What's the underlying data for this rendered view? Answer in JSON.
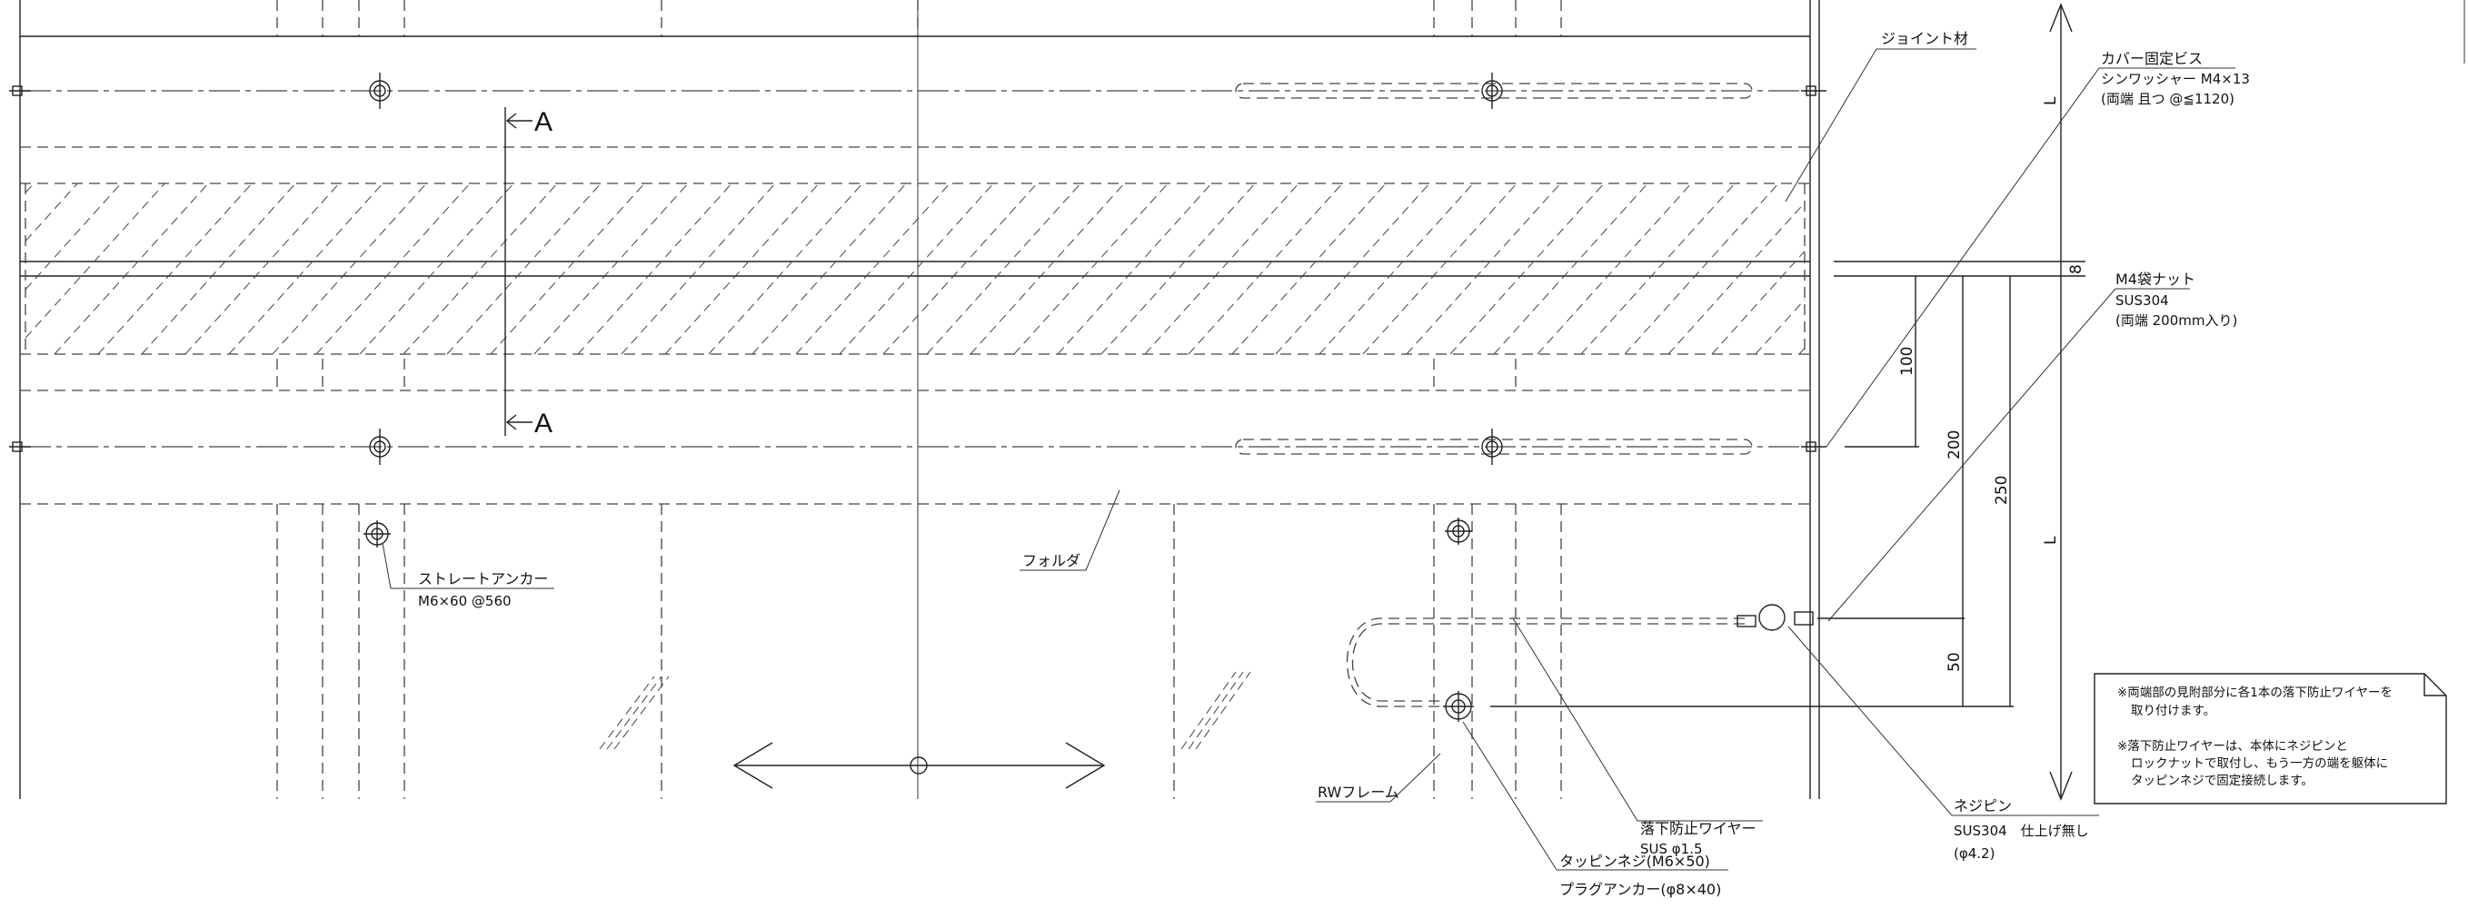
{
  "labels": {
    "joint": "ジョイント材",
    "cover_screw": "カバー固定ビス",
    "cover_screw_spec": "シンワッシャー M4×13",
    "cover_screw_note": "(両端 且つ @≦1120)",
    "m4_nut": "M4袋ナット",
    "m4_nut_spec": "SUS304",
    "m4_nut_note": "(両端 200mm入り)",
    "straight_anchor": "ストレートアンカー",
    "straight_anchor_spec": "M6×60 @560",
    "folder": "フォルダ",
    "rw_frame": "RWフレーム",
    "fall_wire": "落下防止ワイヤー",
    "fall_wire_spec": "SUS φ1.5",
    "tapping_screw": "タッピンネジ(M6×50)",
    "plug_anchor": "プラグアンカー(φ8×40)",
    "pin": "ネジピン",
    "pin_spec": "SUS304　仕上げ無し",
    "pin_dia": "(φ4.2)"
  },
  "section_marks": [
    "A",
    "A"
  ],
  "dimensions": {
    "L_top": "L",
    "L_bottom": "L",
    "d8": "8",
    "d100": "100",
    "d200": "200",
    "d250": "250",
    "d50": "50"
  },
  "note": {
    "line1": "※両端部の見附部分に各1本の落下防止ワイヤーを",
    "line2": "取り付けます。",
    "line3": "※落下防止ワイヤーは、本体にネジピンと",
    "line4": "ロックナットで取付し、もう一方の端を躯体に",
    "line5": "タッピンネジで固定接続します。"
  }
}
